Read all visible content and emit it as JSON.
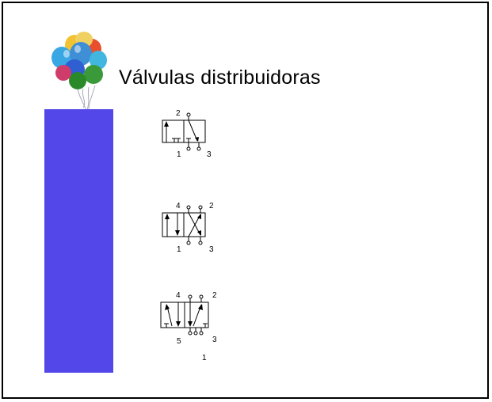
{
  "slide": {
    "title": "Válvulas distribuidoras",
    "accent_bar_color": "#5447ea"
  },
  "decoration": {
    "icon": "balloons-icon"
  },
  "valves": [
    {
      "name": "3/2 valve",
      "ports": {
        "top": [
          "2"
        ],
        "bottom": [
          "1",
          "3"
        ]
      }
    },
    {
      "name": "4/2 valve",
      "ports": {
        "top": [
          "4",
          "2"
        ],
        "bottom": [
          "1",
          "3"
        ]
      }
    },
    {
      "name": "5/2 valve",
      "ports": {
        "top": [
          "4",
          "2"
        ],
        "bottom": [
          "5",
          "3"
        ],
        "below": "1"
      }
    }
  ]
}
